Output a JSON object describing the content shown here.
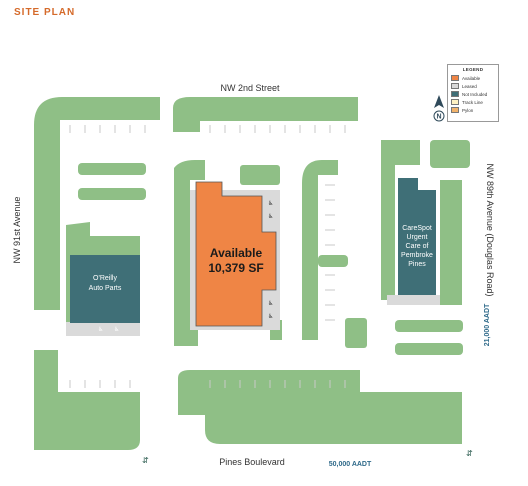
{
  "page_title": "SITE PLAN",
  "colors": {
    "accent": "#d56a2a",
    "landscape": "#8fbf86",
    "building": "#3f6f77",
    "available": "#ef8545",
    "sidewalk": "#dadada"
  },
  "streets": {
    "north": "NW 2nd Street",
    "west": "NW 91st Avenue",
    "east": "NW 89th Avenue (Douglas Road)",
    "south": "Pines Boulevard"
  },
  "traffic": {
    "south_aadt": "50,000 AADT",
    "east_aadt": "21,000 AADT"
  },
  "buildings": {
    "oreilly_line1": "O'Reilly",
    "oreilly_line2": "Auto Parts",
    "carespot_line1": "CareSpot",
    "carespot_line2": "Urgent",
    "carespot_line3": "Care of",
    "carespot_line4": "Pembroke",
    "carespot_line5": "Pines"
  },
  "available": {
    "line1": "Available",
    "line2": "10,379 SF"
  },
  "legend": {
    "title": "LEGEND",
    "items": [
      {
        "label": "Available",
        "color": "#ef8545"
      },
      {
        "label": "Leased",
        "color": "#d9d9d9"
      },
      {
        "label": "Not Included",
        "color": "#3f6f77"
      },
      {
        "label": "Track Line",
        "color": "#fff2c2"
      },
      {
        "label": "Pylon",
        "color": "#f2b36b"
      }
    ]
  },
  "north_arrow": "N",
  "icons": {
    "north_arrow": "north-arrow-icon",
    "access": "access-arrow-icon",
    "handicap": "handicap-icon"
  }
}
